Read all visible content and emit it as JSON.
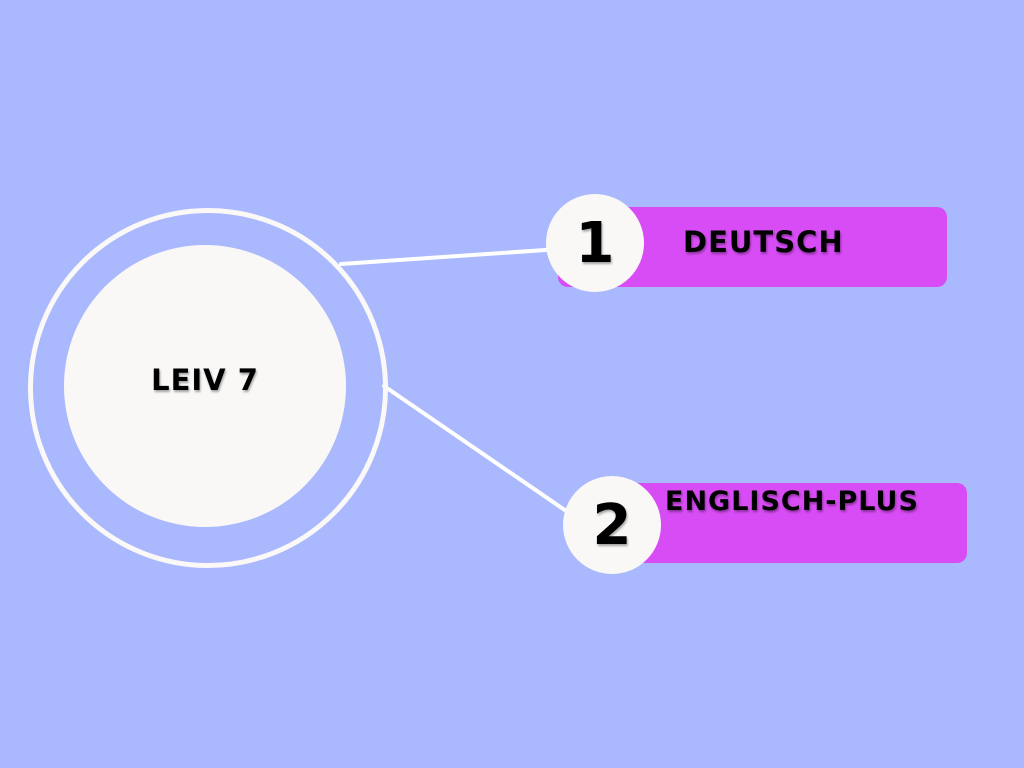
{
  "diagram": {
    "center": {
      "label": "LEIV 7"
    },
    "branches": [
      {
        "number": "1",
        "label": "DEUTSCH"
      },
      {
        "number": "2",
        "label": "ENGLISCH-PLUS"
      }
    ]
  },
  "colors": {
    "background": "#aab8fd",
    "node_fill": "#faf8f6",
    "branch_bar": "#d84cf5",
    "connector": "#ffffff",
    "text": "#000000"
  }
}
